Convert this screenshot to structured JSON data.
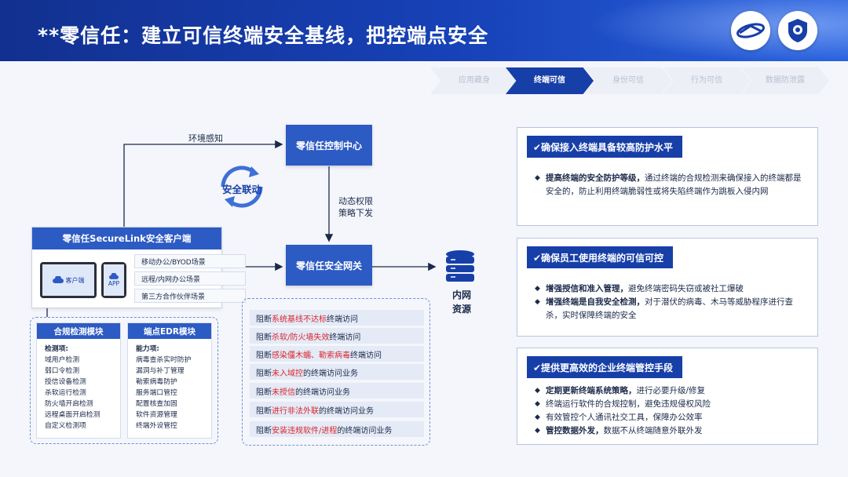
{
  "title": "**零信任：建立可信终端安全基线，把控端点安全",
  "steps": [
    {
      "label": "应用藏身",
      "active": false
    },
    {
      "label": "终端可信",
      "active": true
    },
    {
      "label": "身份可信",
      "active": false
    },
    {
      "label": "行为可信",
      "active": false
    },
    {
      "label": "数据防泄露",
      "active": false
    }
  ],
  "diagram": {
    "env_label": "环境感知",
    "control_center": "零信任控制中心",
    "policy_label": "动态权限\n策略下发",
    "linkage": "安全联动",
    "gateway": "零信任安全网关",
    "resource": "内网\n资源",
    "client_title": "零信任SecureLink安全客户端",
    "client_pc": "客户端",
    "client_app": "APP",
    "scenarios": [
      "移动办公/BYOD场景",
      "远程/内网办公场景",
      "第三方合作伙伴场景"
    ],
    "compliance_title": "合规检测模块",
    "compliance_head": "检测项:",
    "compliance_items": [
      "域用户检测",
      "弱口令检测",
      "授信设备检测",
      "杀软运行检测",
      "防火墙开启检测",
      "远程桌面开启检测",
      "自定义检测项"
    ],
    "edr_title": "端点EDR模块",
    "edr_head": "能力项:",
    "edr_items": [
      "病毒查杀实时防护",
      "漏洞与补丁管理",
      "勒索病毒防护",
      "服务端口管控",
      "配置核查加固",
      "软件资源管理",
      "终端外设管控"
    ],
    "blocks": [
      {
        "pre": "阻断",
        "red": "系统基线不达标",
        "post": "终端访问"
      },
      {
        "pre": "阻断",
        "red": "杀软/防火墙失效",
        "post": "终端访问"
      },
      {
        "pre": "阻断",
        "red": "感染僵木蠕、勒索病毒",
        "post": "终端访问"
      },
      {
        "pre": "阻断",
        "red": "未入域控",
        "post": "的终端访问业务"
      },
      {
        "pre": "阻断",
        "red": "未授信",
        "post": "的终端访问业务"
      },
      {
        "pre": "阻断",
        "red": "进行非法外联",
        "post": "的终端访问业务"
      },
      {
        "pre": "阻断",
        "red": "安装违规软件/进程",
        "post": "的终端访问业务"
      }
    ]
  },
  "panels": [
    {
      "title": "✔确保接入终端具备较高防护水平",
      "bullets": [
        {
          "bold": "提高终端的安全防护等级，",
          "text": "通过终端的合规检测来确保接入的终端都是安全的，防止利用终端脆弱性或将失陷终端作为跳板入侵内网"
        }
      ]
    },
    {
      "title": "✔确保员工使用终端的可信可控",
      "bullets": [
        {
          "bold": "增强授信和准入管理，",
          "text": "避免终端密码失窃或被社工爆破"
        },
        {
          "bold": "增强终端是自我安全检测，",
          "text": "对于潜伏的病毒、木马等威胁程序进行查杀，实时保障终端的安全"
        }
      ]
    },
    {
      "title": "✔提供更高效的企业终端管控手段",
      "bullets": [
        {
          "bold": "定期更新终端系统策略，",
          "text": "进行必要升级/修复"
        },
        {
          "bold": "",
          "text": "终端运行软件的合规控制，避免违规侵权风险",
          "mid_bold": "合规控制"
        },
        {
          "bold": "",
          "text": "有效管控个人通讯社交工具，保障办公效率",
          "mid_bold": "个人通讯社交工具"
        },
        {
          "bold": "管控数据外发，",
          "text": "数据不从终端随意外联外发"
        }
      ]
    }
  ],
  "colors": {
    "primary": "#173fa8",
    "accent": "#2d5bc4",
    "danger": "#d8262f"
  },
  "icons": [
    "zero-trust-logo-icon",
    "shield-logo-icon",
    "database-icon",
    "cycle-arrows-icon",
    "laptop-icon",
    "phone-icon"
  ]
}
